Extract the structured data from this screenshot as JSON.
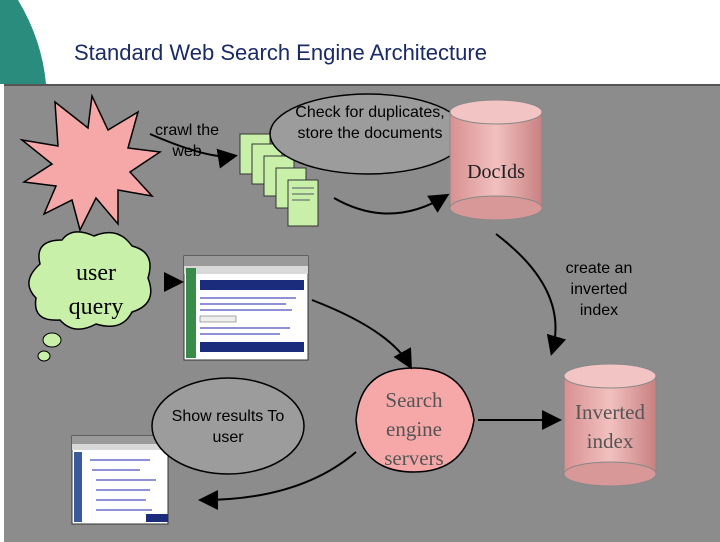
{
  "title": "Standard Web Search Engine Architecture",
  "nodes": {
    "crawl": "crawl the web",
    "check_duplicates": "Check for duplicates, store the documents",
    "docids": "DocIds",
    "user_query": "user query",
    "create_index": "create an inverted index",
    "show_results": "Show results To user",
    "search_servers": "Search engine servers",
    "inverted_index": "Inverted index"
  },
  "colors": {
    "title": "#1a2a66",
    "stage": "#8c8c8c",
    "corner": "#2a8c7c",
    "starburst": "#f6a8a8",
    "cloud": "#c8f0a8",
    "ellipse": "#9c9c9c",
    "cylinder": "#e6a8a8",
    "document": "#c8f0a8"
  }
}
